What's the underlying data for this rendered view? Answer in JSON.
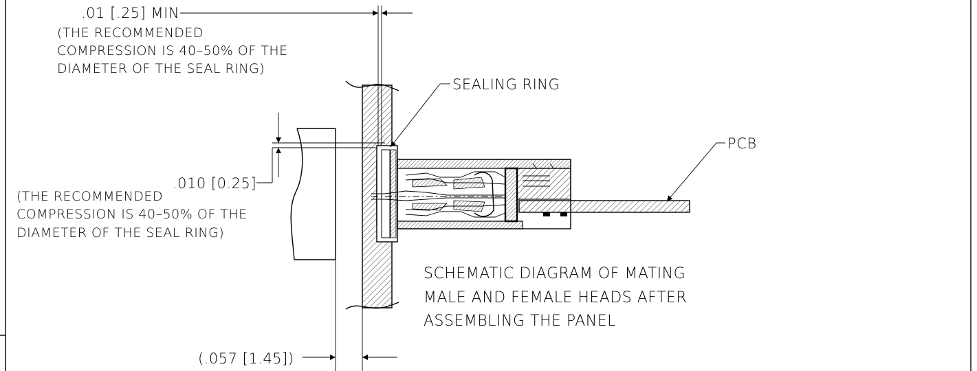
{
  "labels": {
    "top_dim": ".01 [.25] MIN",
    "top_note_1": "(THE RECOMMENDED",
    "top_note_2": "COMPRESSION IS 40–50% OF THE",
    "top_note_3": "DIAMETER OF THE SEAL RING)",
    "sealing_ring": "SEALING RING",
    "pcb": "PCB",
    "mid_dim": ".010 [0.25]",
    "mid_note_1": "(THE RECOMMENDED",
    "mid_note_2": "COMPRESSION IS 40–50% OF THE",
    "mid_note_3": "DIAMETER OF THE SEAL RING)",
    "caption_1": "SCHEMATIC DIAGRAM OF MATING",
    "caption_2": "MALE AND FEMALE HEADS AFTER",
    "caption_3": "ASSEMBLING THE PANEL",
    "bottom_dim": "(.057 [1.45])"
  }
}
